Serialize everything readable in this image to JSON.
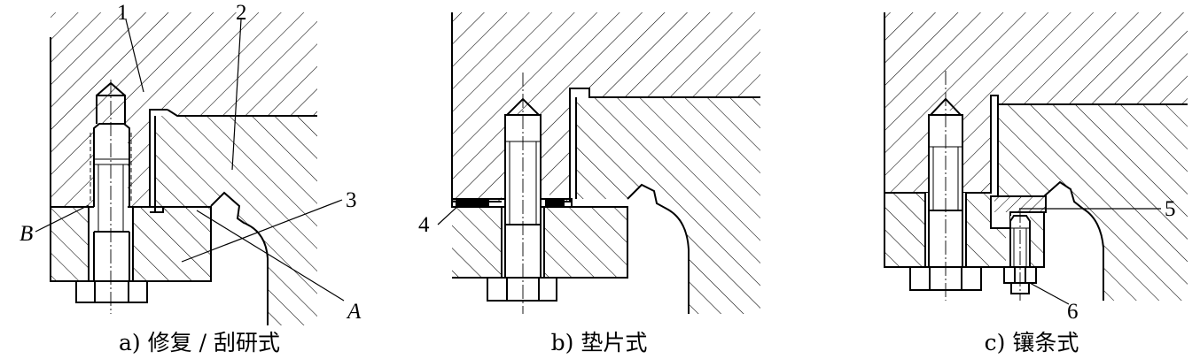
{
  "panels": [
    {
      "id": "a",
      "caption": "a) 修复 / 刮研式",
      "callouts": [
        "1",
        "2",
        "3",
        "B",
        "A"
      ]
    },
    {
      "id": "b",
      "caption": "b) 垫片式",
      "callouts": [
        "4"
      ]
    },
    {
      "id": "c",
      "caption": "c) 镶条式",
      "callouts": [
        "5",
        "6"
      ]
    }
  ]
}
